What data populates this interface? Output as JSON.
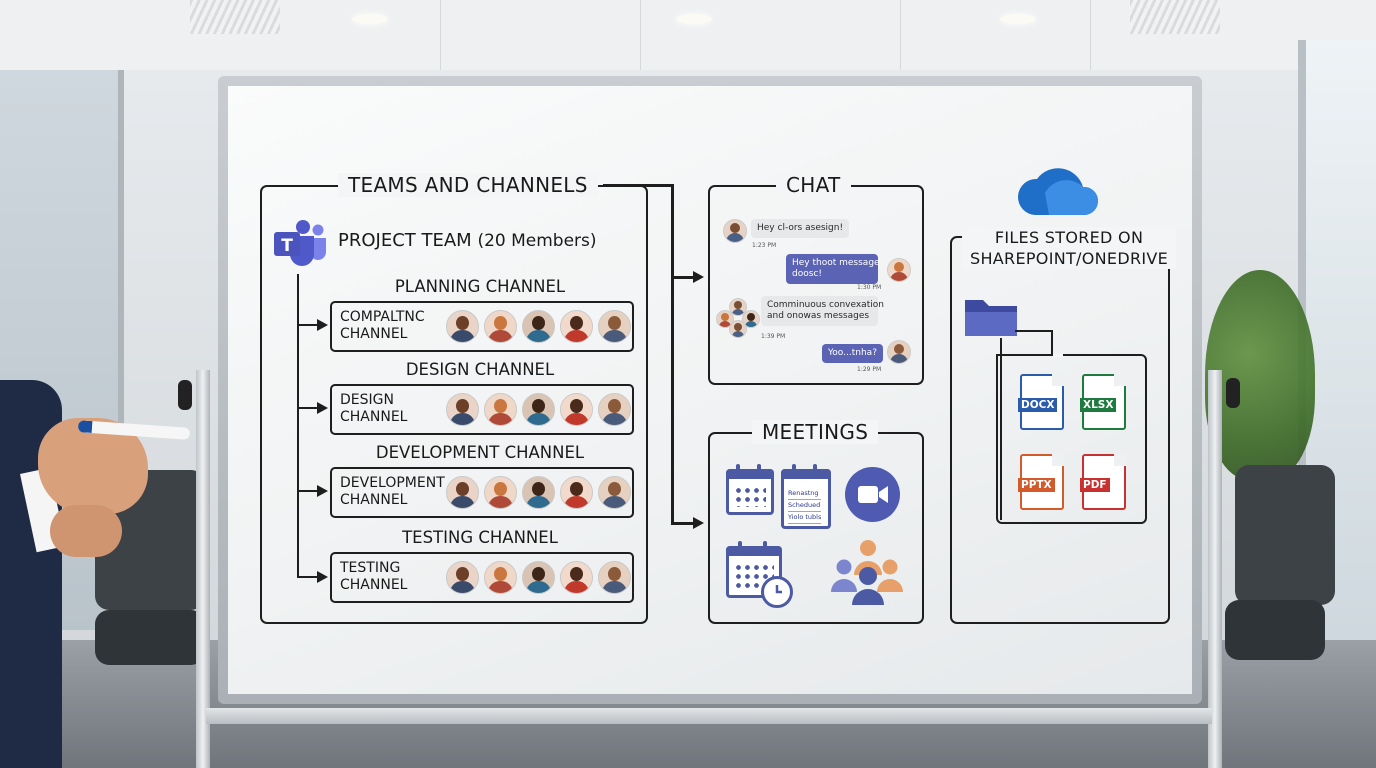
{
  "teams_box": {
    "title": "TEAMS AND CHANNELS",
    "project_label": "PROJECT TEAM",
    "project_count": "(20 Members)",
    "channels": [
      {
        "heading": "PLANNING CHANNEL",
        "name_line1": "COMPALTNC",
        "name_line2": "CHANNEL"
      },
      {
        "heading": "DESIGN CHANNEL",
        "name_line1": "DESIGN",
        "name_line2": "CHANNEL"
      },
      {
        "heading": "DEVELOPMENT CHANNEL",
        "name_line1": "DEVELOPMENT",
        "name_line2": "CHANNEL"
      },
      {
        "heading": "TESTING CHANNEL",
        "name_line1": "TESTING",
        "name_line2": "CHANNEL"
      }
    ]
  },
  "chat": {
    "title": "CHAT",
    "messages": [
      {
        "text": "Hey cl-ors asesign!",
        "time": "1:23 PM"
      },
      {
        "line1": "Hey thoot message",
        "line2": "doosc!",
        "time": "1:30 PM"
      },
      {
        "line1": "Comminuous convexation",
        "line2": "and onowas messages",
        "time": "1:39 PM"
      },
      {
        "text": "Yoo...tnha?",
        "time": "1:29 PM"
      }
    ]
  },
  "meetings": {
    "title": "MEETINGS",
    "calendar_lines": [
      "Renastng",
      "Schedued",
      "Yiolo tubls"
    ]
  },
  "files": {
    "title_line1": "FILES STORED ON",
    "title_line2": "SHAREPOINT/ONEDRIVE",
    "types": [
      {
        "label": "DOCX",
        "color": "#2b5cab"
      },
      {
        "label": "XLSX",
        "color": "#1f7a3f"
      },
      {
        "label": "PPTX",
        "color": "#d35a2b"
      },
      {
        "label": "PDF",
        "color": "#c93030"
      }
    ]
  },
  "colors": {
    "teams_purple": "#5059c9",
    "meeting_blue": "#4c5aa4",
    "cloud_blue": "#1f6fc9"
  }
}
